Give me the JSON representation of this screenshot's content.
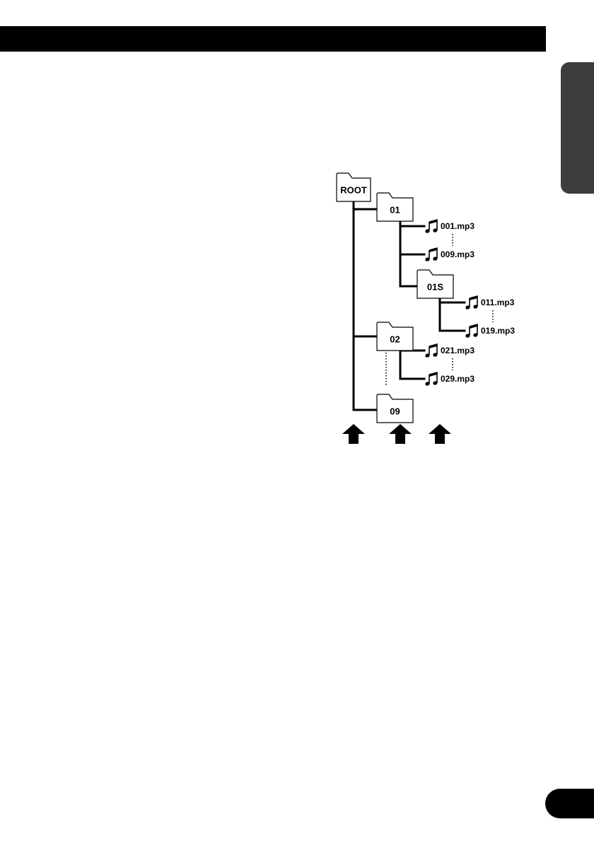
{
  "colors": {
    "bar": "#000000",
    "tab": "#3c3c3c",
    "badge": "#000000",
    "line": "#000000"
  },
  "tree": {
    "folders": [
      {
        "id": "root",
        "label": "ROOT"
      },
      {
        "id": "f01",
        "label": "01"
      },
      {
        "id": "f01s",
        "label": "01S"
      },
      {
        "id": "f02",
        "label": "02"
      },
      {
        "id": "f09",
        "label": "09"
      }
    ],
    "files": [
      {
        "id": "file001",
        "label": "001.mp3",
        "icon": "music-note-icon"
      },
      {
        "id": "file009",
        "label": "009.mp3",
        "icon": "music-note-icon"
      },
      {
        "id": "file011",
        "label": "011.mp3",
        "icon": "music-note-icon"
      },
      {
        "id": "file019",
        "label": "019.mp3",
        "icon": "music-note-icon"
      },
      {
        "id": "file021",
        "label": "021.mp3",
        "icon": "music-note-icon"
      },
      {
        "id": "file029",
        "label": "029.mp3",
        "icon": "music-note-icon"
      }
    ],
    "arrows": [
      {
        "icon": "arrow-up-icon"
      },
      {
        "icon": "arrow-up-icon"
      },
      {
        "icon": "arrow-up-icon"
      }
    ]
  }
}
